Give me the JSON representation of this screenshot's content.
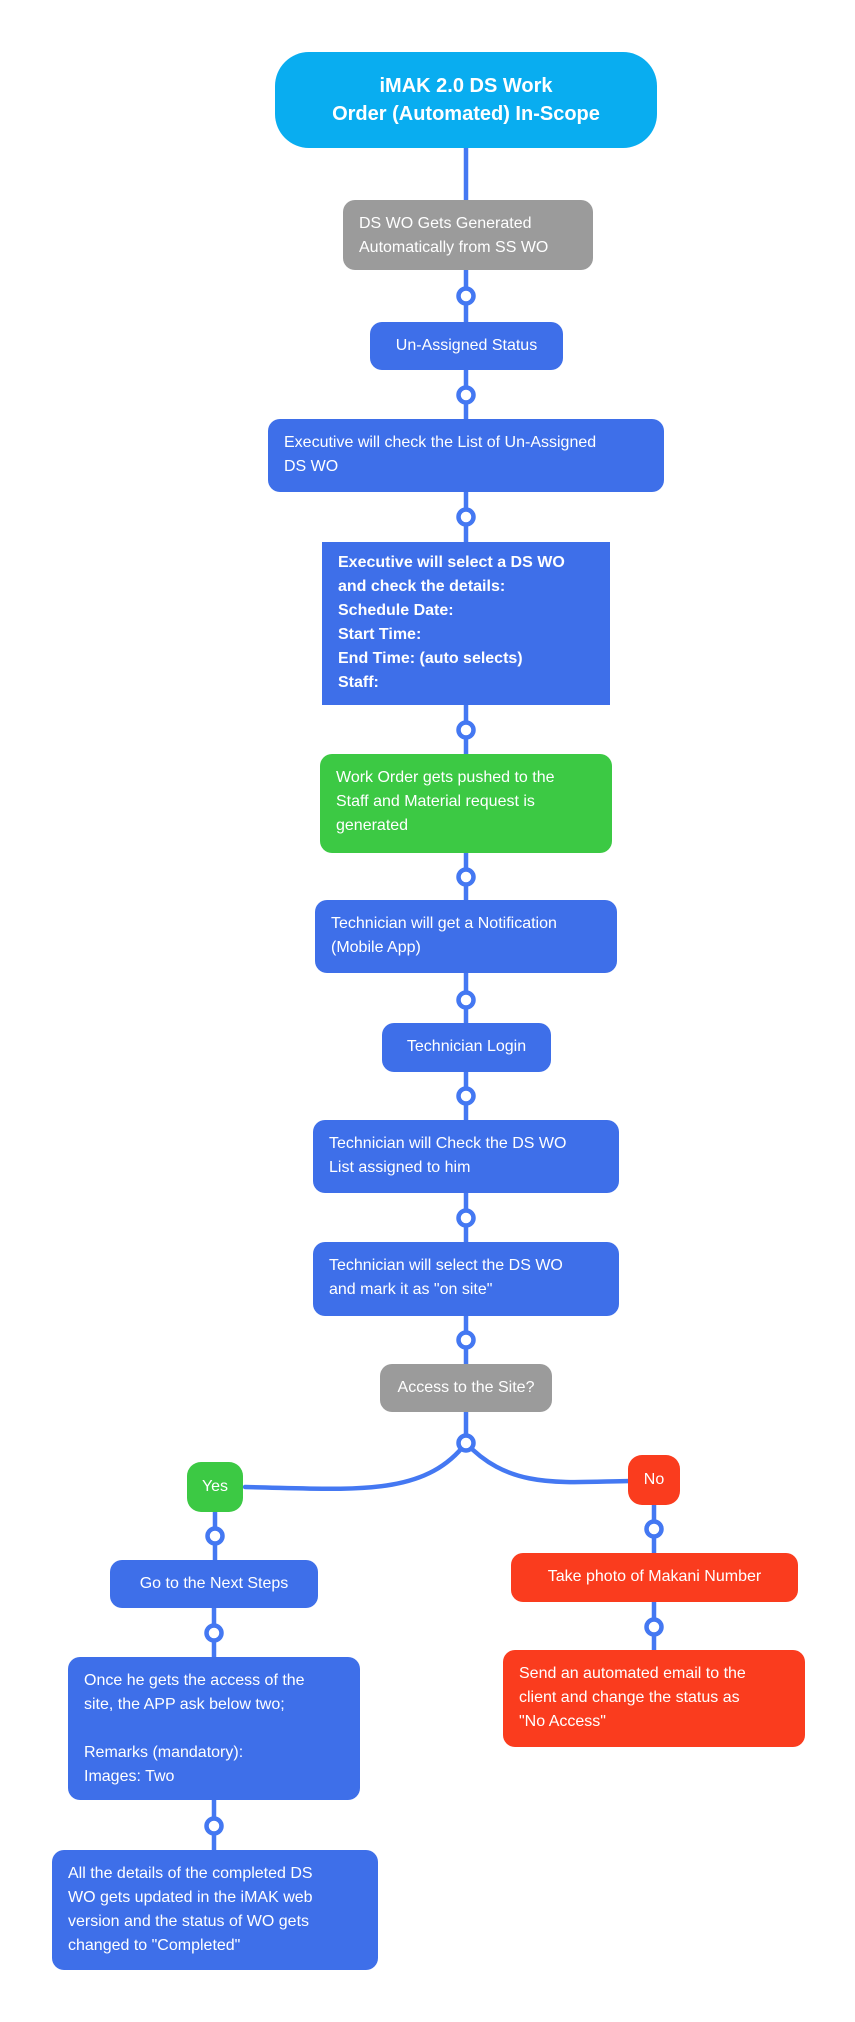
{
  "diagram": {
    "type": "flowchart",
    "colors": {
      "background": "#FFFFFF",
      "node_blue": "#3E6FE9",
      "node_gray": "#9B9B9B",
      "node_green": "#3CC944",
      "node_red": "#FA3C1E",
      "node_cyan": "#09ADF0",
      "connector": "#4478F2",
      "text": "#FFFFFF"
    },
    "nodes": [
      {
        "id": "root",
        "color": "cyan",
        "lines": [
          "iMAK 2.0 DS Work",
          "Order (Automated) In-Scope"
        ]
      },
      {
        "id": "ds-wo-generated",
        "color": "gray",
        "lines": [
          "DS WO Gets Generated",
          "Automatically from SS WO"
        ]
      },
      {
        "id": "unassigned-status",
        "color": "blue",
        "text": "Un-Assigned Status"
      },
      {
        "id": "check-unassigned-list",
        "color": "blue",
        "lines": [
          "Executive will check the List of Un-Assigned",
          "DS WO"
        ]
      },
      {
        "id": "select-ds-wo-details",
        "color": "blue",
        "lines": [
          "Executive will select a DS WO",
          "and check the details:",
          "Schedule Date:",
          "Start Time:",
          "End Time: (auto selects)",
          "Staff:"
        ]
      },
      {
        "id": "work-order-pushed",
        "color": "green",
        "lines": [
          "Work Order gets pushed to the",
          "Staff and Material request is",
          "generated"
        ]
      },
      {
        "id": "technician-notification",
        "color": "blue",
        "lines": [
          "Technician will get a Notification",
          "(Mobile App)"
        ]
      },
      {
        "id": "technician-login",
        "color": "blue",
        "text": "Technician Login"
      },
      {
        "id": "check-assigned-list",
        "color": "blue",
        "lines": [
          "Technician will Check the DS WO",
          "List assigned to him"
        ]
      },
      {
        "id": "mark-on-site",
        "color": "blue",
        "lines": [
          "Technician will select the DS WO",
          "and mark it as \"on site\""
        ]
      },
      {
        "id": "access-question",
        "color": "gray",
        "text": "Access to the Site?"
      },
      {
        "id": "yes",
        "color": "green",
        "text": "Yes"
      },
      {
        "id": "no",
        "color": "red",
        "text": "No"
      },
      {
        "id": "next-steps",
        "color": "blue",
        "text": "Go to the Next Steps"
      },
      {
        "id": "take-photo-makani",
        "color": "red",
        "text": "Take photo of Makani Number"
      },
      {
        "id": "app-ask-two",
        "color": "blue",
        "lines": [
          "Once he gets the access of the",
          "site, the APP ask below two;",
          "",
          "Remarks (mandatory):",
          "Images: Two"
        ]
      },
      {
        "id": "no-access-email",
        "color": "red",
        "lines": [
          "Send an automated email to the",
          "client and change the status as",
          "\"No Access\""
        ]
      },
      {
        "id": "completed-update",
        "color": "blue",
        "lines": [
          "All the details of the completed DS",
          "WO gets updated in the iMAK web",
          "version and the status of WO gets",
          "changed to \"Completed\""
        ]
      }
    ],
    "edges": [
      {
        "from": "root",
        "to": "ds-wo-generated"
      },
      {
        "from": "ds-wo-generated",
        "to": "unassigned-status"
      },
      {
        "from": "unassigned-status",
        "to": "check-unassigned-list"
      },
      {
        "from": "check-unassigned-list",
        "to": "select-ds-wo-details"
      },
      {
        "from": "select-ds-wo-details",
        "to": "work-order-pushed"
      },
      {
        "from": "work-order-pushed",
        "to": "technician-notification"
      },
      {
        "from": "technician-notification",
        "to": "technician-login"
      },
      {
        "from": "technician-login",
        "to": "check-assigned-list"
      },
      {
        "from": "check-assigned-list",
        "to": "mark-on-site"
      },
      {
        "from": "mark-on-site",
        "to": "access-question"
      },
      {
        "from": "access-question",
        "to": "yes"
      },
      {
        "from": "access-question",
        "to": "no"
      },
      {
        "from": "yes",
        "to": "next-steps"
      },
      {
        "from": "next-steps",
        "to": "app-ask-two"
      },
      {
        "from": "app-ask-two",
        "to": "completed-update"
      },
      {
        "from": "no",
        "to": "take-photo-makani"
      },
      {
        "from": "take-photo-makani",
        "to": "no-access-email"
      }
    ]
  }
}
